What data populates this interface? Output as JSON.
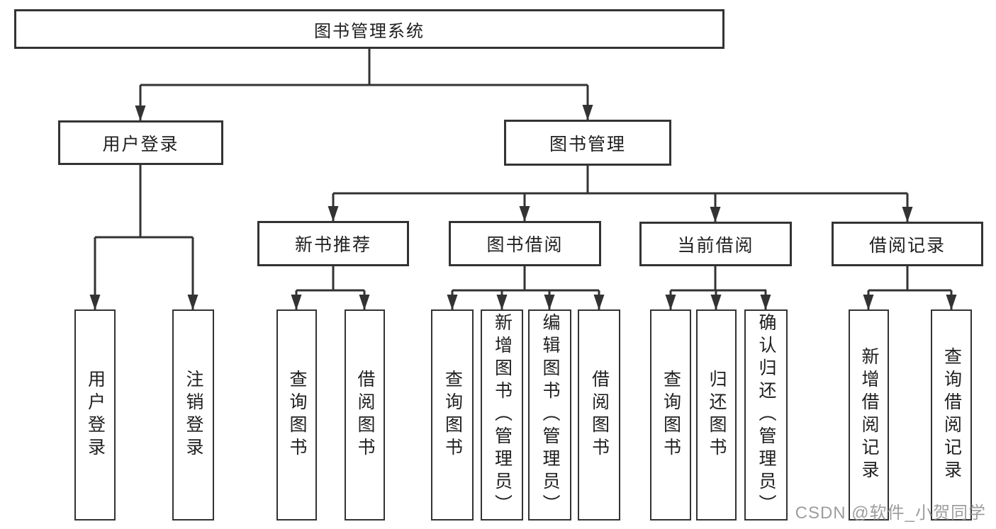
{
  "diagram": {
    "root": {
      "label": "图书管理系统"
    },
    "branches": [
      {
        "label": "用户登录",
        "children": [
          {
            "label": "用户登录"
          },
          {
            "label": "注销登录"
          }
        ]
      },
      {
        "label": "图书管理",
        "children": [
          {
            "label": "新书推荐",
            "children": [
              {
                "label": "查询图书"
              },
              {
                "label": "借阅图书"
              }
            ]
          },
          {
            "label": "图书借阅",
            "children": [
              {
                "label": "查询图书"
              },
              {
                "label": "新增图书（管理员）"
              },
              {
                "label": "编辑图书（管理员）"
              },
              {
                "label": "借阅图书"
              }
            ]
          },
          {
            "label": "当前借阅",
            "children": [
              {
                "label": "查询图书"
              },
              {
                "label": "归还图书"
              },
              {
                "label": "确认归还（管理员）"
              }
            ]
          },
          {
            "label": "借阅记录",
            "children": [
              {
                "label": "新增借阅记录"
              },
              {
                "label": "查询借阅记录"
              }
            ]
          }
        ]
      }
    ]
  },
  "watermark": {
    "text": "CSDN @软件_小贺同学"
  },
  "colors": {
    "line": "#333333",
    "box_border": "#333333",
    "text": "#1f1f1f",
    "watermark": "#969696",
    "background": "#ffffff"
  }
}
